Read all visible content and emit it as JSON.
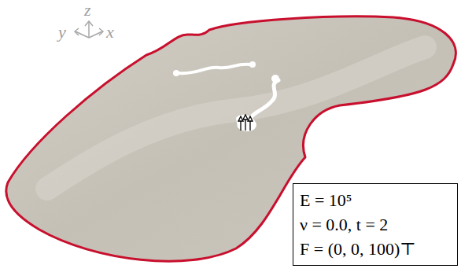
{
  "diagram": {
    "nodes": [
      {
        "text": [
          "E = 10⁵",
          "ν = 0.0, t = 2",
          "F = (0, 0, 100)⊤"
        ]
      }
    ],
    "labels": [
      "z",
      "y",
      "x"
    ]
  }
}
